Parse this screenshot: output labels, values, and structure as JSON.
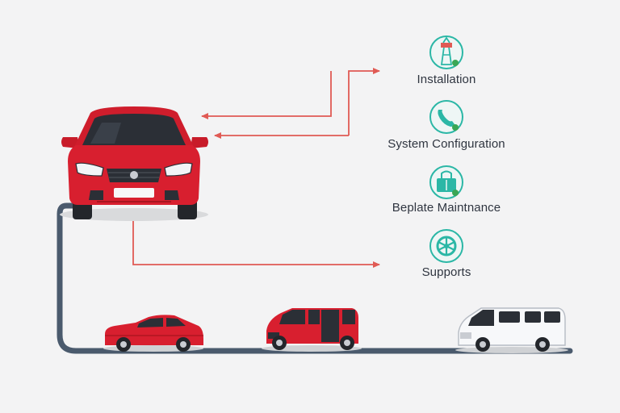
{
  "colors": {
    "background": "#f3f3f4",
    "car_red": "#d81f2f",
    "arrow_red": "#e05a54",
    "road": "#4a5a6d",
    "icon_teal": "#2bb7a6",
    "icon_green": "#3aa655"
  },
  "steps": [
    {
      "label": "Installation",
      "icon": "tower-icon"
    },
    {
      "label": "System Configuration",
      "icon": "phone-icon"
    },
    {
      "label": "Beplate Maintnance",
      "icon": "bag-icon"
    },
    {
      "label": "Supports",
      "icon": "steering-wheel-icon"
    }
  ],
  "vehicles": [
    {
      "type": "hero-car-front",
      "icon": "car-front-icon"
    },
    {
      "type": "sedan",
      "icon": "sedan-icon"
    },
    {
      "type": "minivan",
      "icon": "minivan-icon"
    },
    {
      "type": "van",
      "icon": "van-icon"
    }
  ]
}
